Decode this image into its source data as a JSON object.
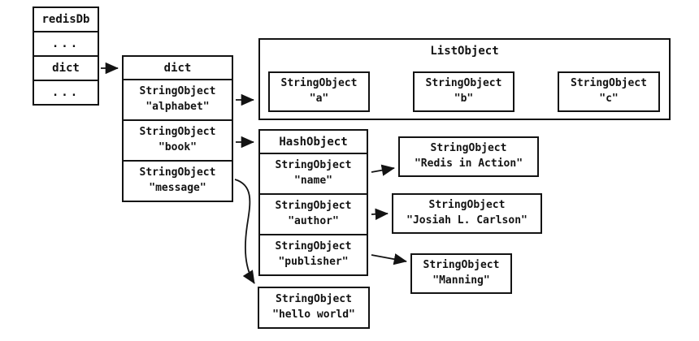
{
  "redisdb_stack": {
    "cells": [
      "redisDb",
      "...",
      "dict",
      "..."
    ]
  },
  "dict_box": {
    "title": "dict",
    "entries": [
      {
        "type": "StringObject",
        "value": "\"alphabet\""
      },
      {
        "type": "StringObject",
        "value": "\"book\""
      },
      {
        "type": "StringObject",
        "value": "\"message\""
      }
    ]
  },
  "list_object": {
    "title": "ListObject",
    "items": [
      {
        "type": "StringObject",
        "value": "\"a\""
      },
      {
        "type": "StringObject",
        "value": "\"b\""
      },
      {
        "type": "StringObject",
        "value": "\"c\""
      }
    ]
  },
  "hash_object": {
    "title": "HashObject",
    "fields": [
      {
        "type": "StringObject",
        "value": "\"name\""
      },
      {
        "type": "StringObject",
        "value": "\"author\""
      },
      {
        "type": "StringObject",
        "value": "\"publisher\""
      }
    ]
  },
  "values": {
    "name_value": {
      "type": "StringObject",
      "value": "\"Redis in Action\""
    },
    "author_value": {
      "type": "StringObject",
      "value": "\"Josiah L. Carlson\""
    },
    "publisher_value": {
      "type": "StringObject",
      "value": "\"Manning\""
    },
    "message_value": {
      "type": "StringObject",
      "value": "\"hello world\""
    }
  },
  "colors": {
    "line": "#131313",
    "background": "#ffffff"
  }
}
